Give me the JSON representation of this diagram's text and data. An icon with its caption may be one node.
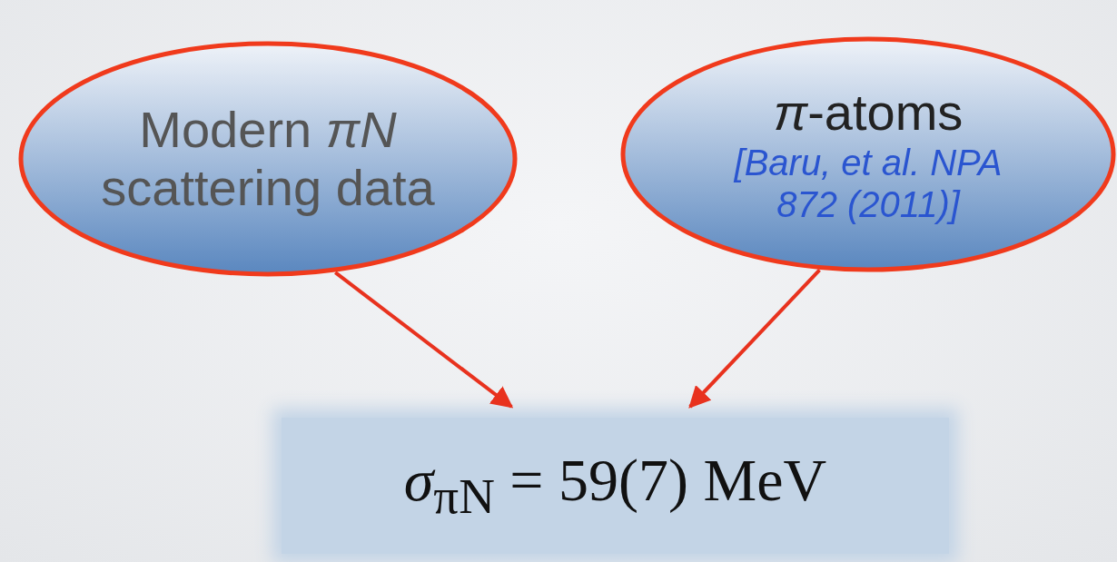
{
  "diagram": {
    "nodes": [
      {
        "text": [
          "Modern *πN* scattering data"
        ]
      },
      {
        "text": [
          "*π*-atoms",
          "[Baru, et al. NPA 872 (2011)]"
        ]
      },
      {
        "text": [
          "*σ*$_{πN}$ = 59(7) MeV"
        ]
      }
    ],
    "edges": [
      {
        "from": 0,
        "to": 2,
        "arrow": "to"
      },
      {
        "from": 1,
        "to": 2,
        "arrow": "to"
      }
    ]
  }
}
